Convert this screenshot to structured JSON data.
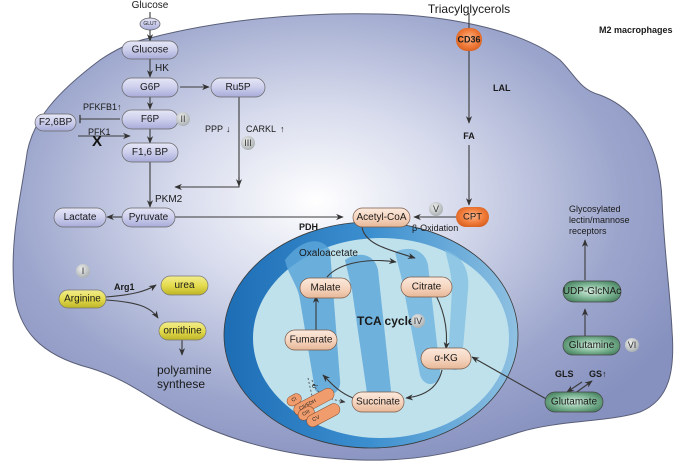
{
  "title": "M2 macrophages",
  "glycolysis": {
    "glucose_outside": "Glucose",
    "glut": "GLUT",
    "glucose": "Glucose",
    "hk": "HK",
    "g6p": "G6P",
    "ru5p": "Ru5P",
    "pfkfb1": "PFKFB1",
    "f6p": "F6P",
    "f26bp": "F2,6BP",
    "pfk1": "PFK1",
    "blocked_mark": "X",
    "f16bp": "F1,6 BP",
    "ppp": "PPP",
    "carkl": "CARKL",
    "pkm2": "PKM2",
    "pyruvate": "Pyruvate",
    "lactate": "Lactate",
    "pdh": "PDH"
  },
  "lipid": {
    "triacylglycerols": "Triacylglycerols",
    "cd36": "CD36",
    "lal": "LAL",
    "fa": "FA",
    "cpt": "CPT",
    "beta_oxidation": "β-Oxidation"
  },
  "tca": {
    "acetyl_coa": "Acetyl-CoA",
    "oxaloacetate": "Oxaloacetate",
    "citrate": "Citrate",
    "malate": "Malate",
    "cycle_label": "TCA cycle",
    "fumarate": "Fumarate",
    "akg": "α-KG",
    "succinate": "Succinate",
    "electron": "e-",
    "complexes": [
      "CI",
      "CII/SDH",
      "CIII",
      "CV"
    ]
  },
  "arginine": {
    "arginine": "Arginine",
    "arg1": "Arg1",
    "urea": "urea",
    "ornithine": "ornithine",
    "polyamine_line1": "polyamine",
    "polyamine_line2": "synthese"
  },
  "glutamine": {
    "glyco_line1": "Glycosylated",
    "glyco_line2": "lectin/mannose",
    "glyco_line3": "receptors",
    "udp": "UDP-GlcNAc",
    "glutamine": "Glutamine",
    "gls": "GLS",
    "gs": "GS",
    "glutamate": "Glutamate"
  },
  "markers": {
    "I": "I",
    "II": "II",
    "III": "III",
    "IV": "IV",
    "V": "V",
    "VI": "VI"
  },
  "regulation": {
    "up_arrow": "↑",
    "down_arrow": "↓"
  },
  "colors": {
    "cell_fill": "#8c97c4",
    "cell_highlight": "#eef0f6",
    "mito_outer": "#2d7fc4",
    "mito_matrix": "#c8e6ef",
    "purple_node": "#c9cbeb",
    "tca_node": "#f5d3bd",
    "yellow_node": "#e4dc4e",
    "green_node": "#5c9b78",
    "orange_node": "#f07a38"
  }
}
